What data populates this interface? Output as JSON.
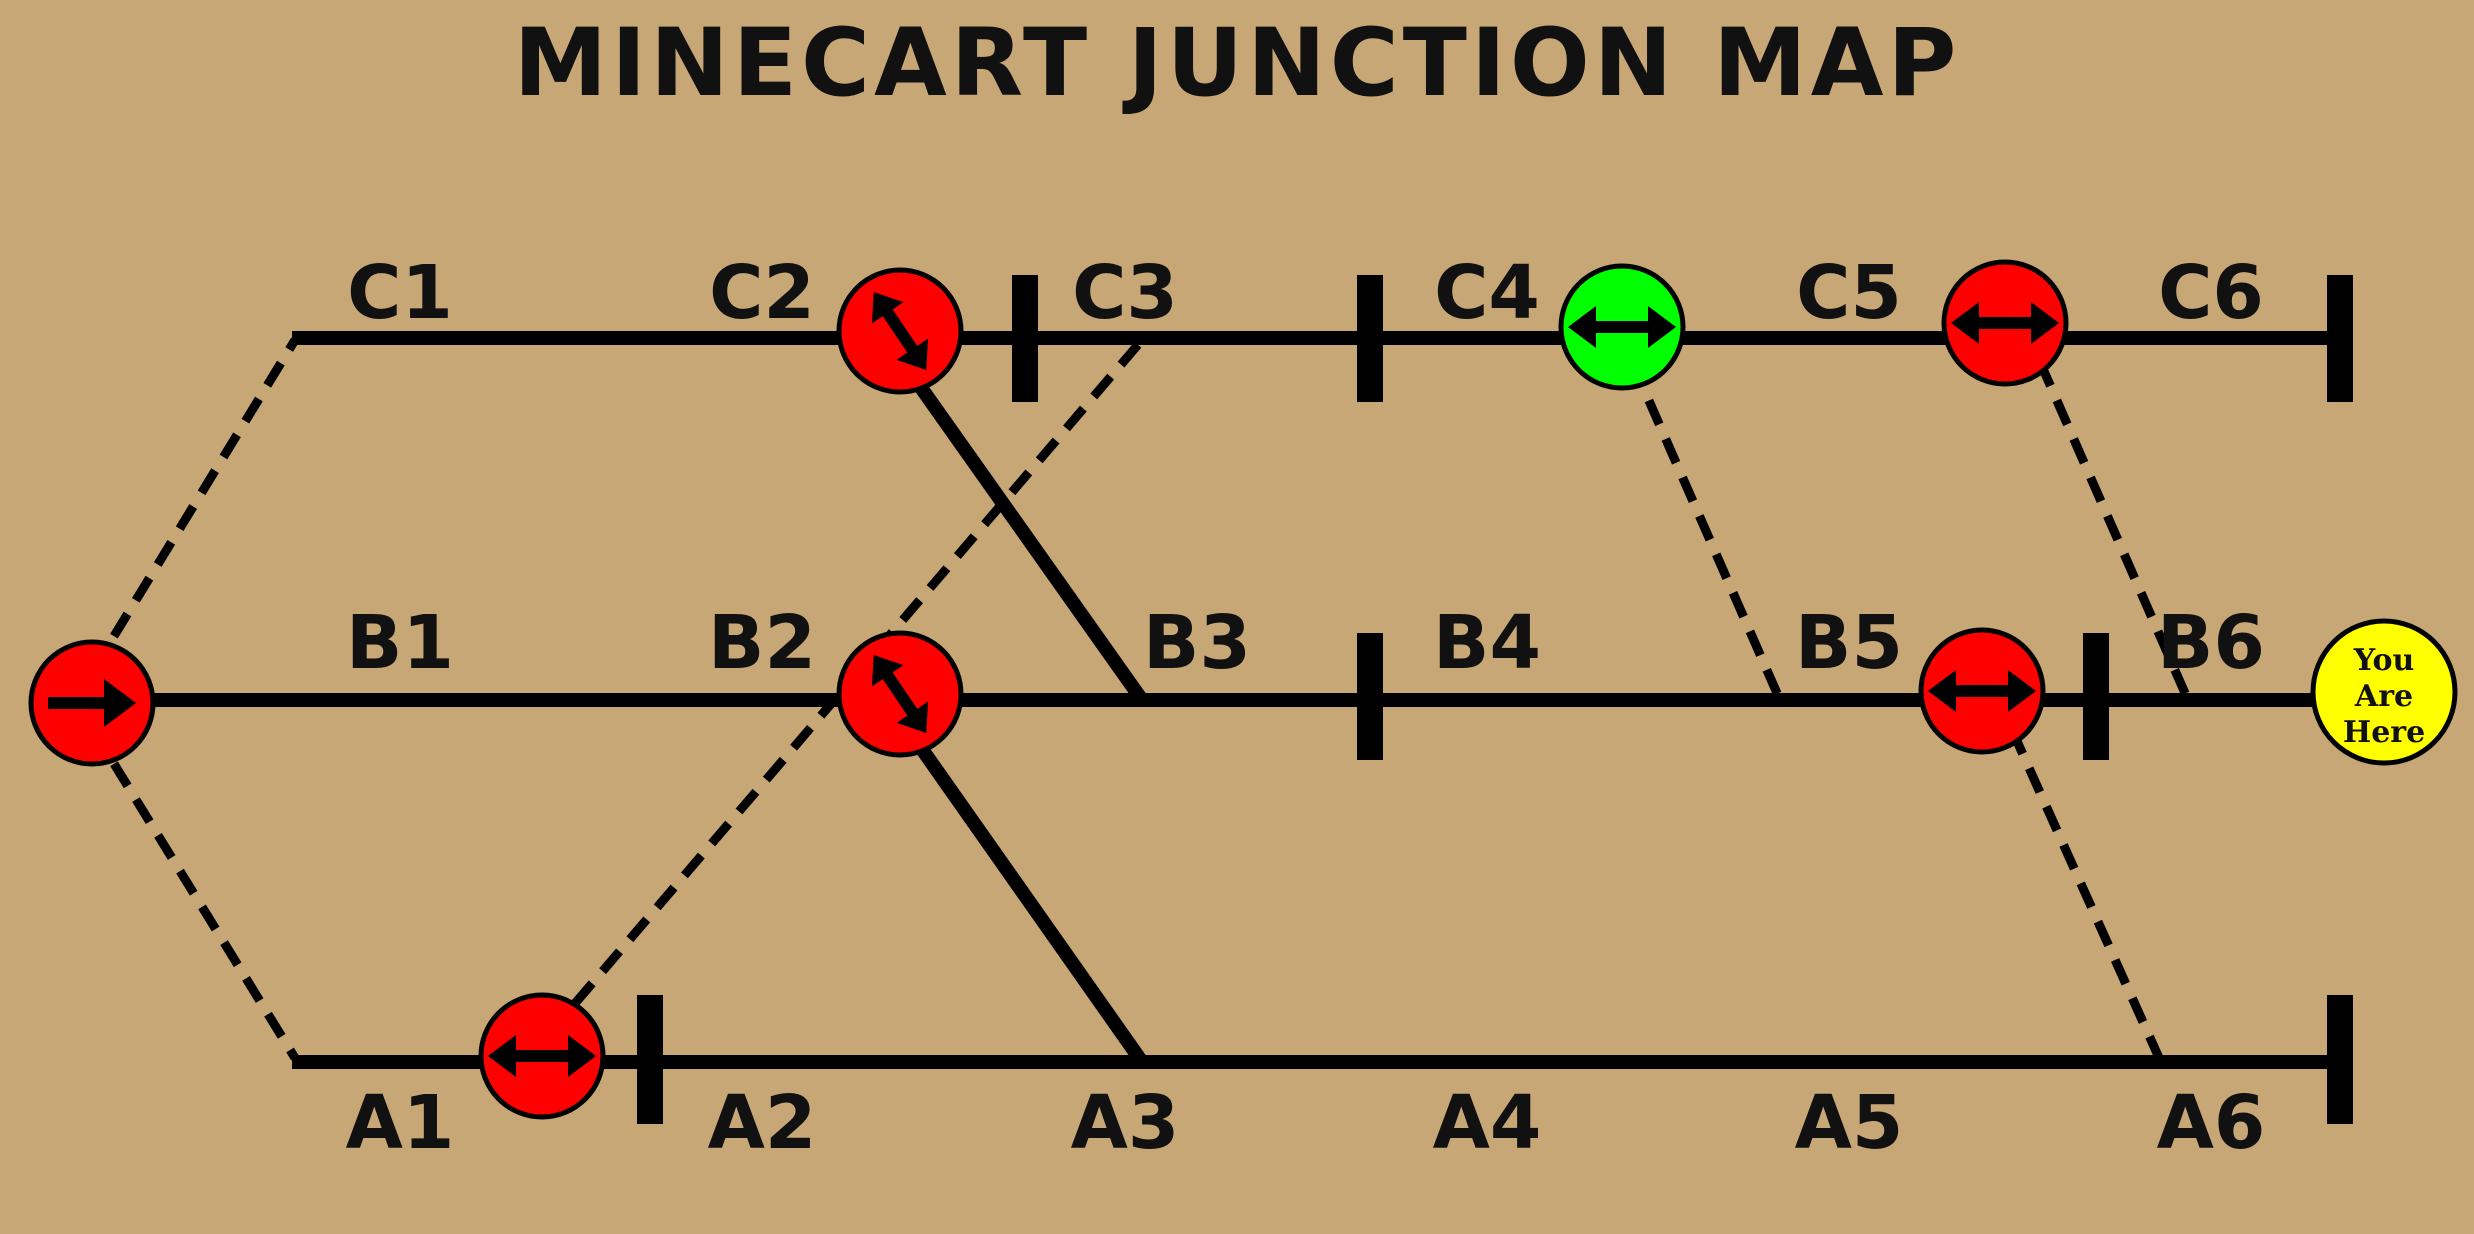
{
  "title": "MINECART JUNCTION MAP",
  "rows": {
    "c": [
      "C1",
      "C2",
      "C3",
      "C4",
      "C5",
      "C6"
    ],
    "b": [
      "B1",
      "B2",
      "B3",
      "B4",
      "B5",
      "B6"
    ],
    "a": [
      "A1",
      "A2",
      "A3",
      "A4",
      "A5",
      "A6"
    ]
  },
  "switches": [
    {
      "id": "start",
      "color": "#ff0000",
      "arrow": "right"
    },
    {
      "id": "c2",
      "color": "#ff0000",
      "arrow": "diag-down"
    },
    {
      "id": "c4",
      "color": "#00ff00",
      "arrow": "horizontal"
    },
    {
      "id": "c5",
      "color": "#ff0000",
      "arrow": "horizontal"
    },
    {
      "id": "b2",
      "color": "#ff0000",
      "arrow": "diag-down"
    },
    {
      "id": "b5",
      "color": "#ff0000",
      "arrow": "horizontal"
    },
    {
      "id": "a1",
      "color": "#ff0000",
      "arrow": "horizontal"
    }
  ],
  "you_are_here": {
    "lines": [
      "You",
      "Are",
      "Here"
    ],
    "color": "#ffff00"
  },
  "colors": {
    "background": "#c7a775",
    "track": "#000000",
    "switch_off": "#ff0000",
    "switch_on": "#00ff00"
  }
}
